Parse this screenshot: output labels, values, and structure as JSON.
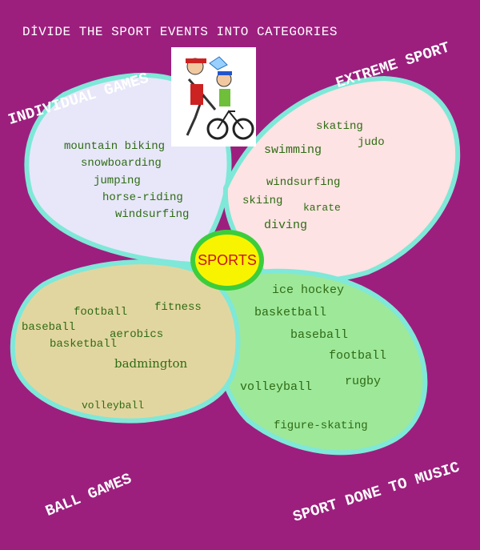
{
  "title": "DİVIDE THE SPORT EVENTS INTO CATEGORIES",
  "center_label": "SPORTS",
  "colors": {
    "background": "#9c1f7e",
    "petal_border": "#7fe8d8",
    "individual": "#e7e7f9",
    "extreme": "#fde3e3",
    "ball": "#e2d6a0",
    "music": "#9ee89a",
    "center_fill": "#f8f400",
    "center_ring": "#3ccd3c",
    "center_text": "#cc1111"
  },
  "categories": {
    "individual": {
      "heading": "INDIVIDUAL GAMES",
      "items": [
        "mountain biking",
        "snowboarding",
        "jumping",
        "horse-riding",
        "windsurfing"
      ]
    },
    "extreme": {
      "heading": "EXTREME SPORT",
      "items": [
        "skating",
        "judo",
        "swimming",
        "windsurfing",
        "skiing",
        "karate",
        "diving"
      ]
    },
    "ball": {
      "heading": "BALL GAMES",
      "items": [
        "football",
        "fitness",
        "baseball",
        "aerobics",
        "basketball",
        "badmington",
        "volleyball"
      ]
    },
    "music": {
      "heading": "SPORT DONE TO MUSIC",
      "items": [
        "ice hockey",
        "basketball",
        "baseball",
        "football",
        "volleyball",
        "rugby",
        "figure-skating"
      ]
    }
  },
  "illustration": "cartoon-athletes-icon"
}
